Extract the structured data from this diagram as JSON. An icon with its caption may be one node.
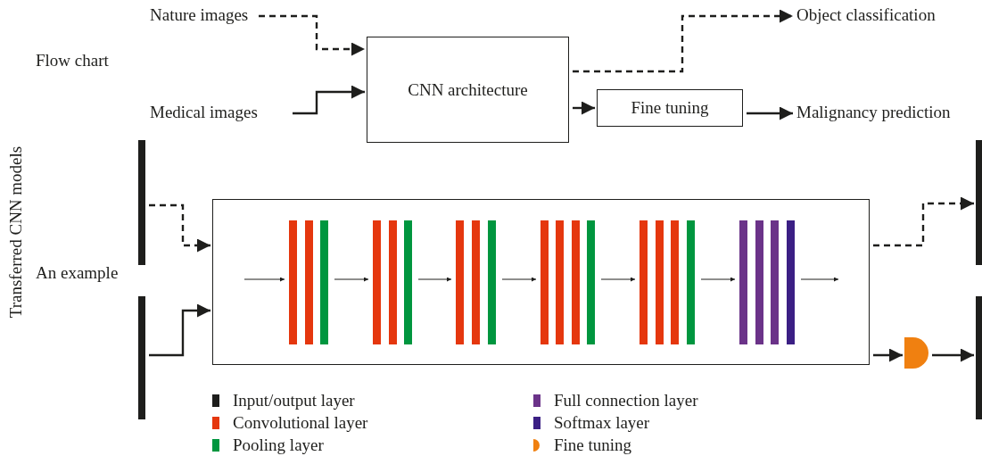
{
  "diagram": {
    "nodes": [
      {
        "text": [
          "Nature images"
        ]
      },
      {
        "text": [
          "Medical images"
        ]
      },
      {
        "text": [
          "CNN architecture"
        ]
      },
      {
        "text": [
          "Fine tuning"
        ]
      },
      {
        "text": [
          "Object classification"
        ]
      },
      {
        "text": [
          "Malignancy prediction"
        ]
      },
      {
        "text": [],
        "shape": "bar"
      },
      {
        "text": [],
        "shape": "bar"
      },
      {
        "text": [],
        "shape": "box"
      },
      {
        "text": [],
        "shape": "bar",
        "in": 8
      },
      {
        "text": [],
        "shape": "bar",
        "in": 8
      },
      {
        "text": [],
        "shape": "bar",
        "in": 8
      },
      {
        "text": [],
        "shape": "bar",
        "in": 8
      },
      {
        "text": [],
        "shape": "bar",
        "in": 8
      },
      {
        "text": [],
        "shape": "bar",
        "in": 8
      },
      {
        "text": [],
        "shape": "bar",
        "in": 8
      },
      {
        "text": [],
        "shape": "bar",
        "in": 8
      },
      {
        "text": [],
        "shape": "bar",
        "in": 8
      },
      {
        "text": [],
        "shape": "bar",
        "in": 8
      },
      {
        "text": [],
        "shape": "bar",
        "in": 8
      },
      {
        "text": [],
        "shape": "bar",
        "in": 8
      },
      {
        "text": [],
        "shape": "bar",
        "in": 8
      },
      {
        "text": [],
        "shape": "bar",
        "in": 8
      },
      {
        "text": [],
        "shape": "bar",
        "in": 8
      },
      {
        "text": [],
        "shape": "bar",
        "in": 8
      },
      {
        "text": [],
        "shape": "bar",
        "in": 8
      },
      {
        "text": [],
        "shape": "bar",
        "in": 8
      },
      {
        "text": [],
        "shape": "bar",
        "in": 8
      },
      {
        "text": [],
        "shape": "bar",
        "in": 8
      },
      {
        "text": [],
        "shape": "bar",
        "in": 8
      },
      {
        "text": [],
        "shape": "bar"
      },
      {
        "text": [],
        "shape": "semicircle"
      },
      {
        "text": [],
        "shape": "bar"
      }
    ],
    "edges": [
      {
        "from": 0,
        "to": 2,
        "arrow": "to",
        "style": "dashed"
      },
      {
        "from": 1,
        "to": 2,
        "arrow": "to"
      },
      {
        "from": 2,
        "to": 4,
        "arrow": "to",
        "style": "dashed"
      },
      {
        "from": 2,
        "to": 3,
        "arrow": "to"
      },
      {
        "from": 3,
        "to": 5,
        "arrow": "to"
      },
      {
        "from": 6,
        "to": 8,
        "arrow": "to",
        "style": "dashed"
      },
      {
        "from": 7,
        "to": 8,
        "arrow": "to"
      },
      {
        "from": null,
        "to": 9,
        "arrow": "to"
      },
      {
        "from": 11,
        "to": 12,
        "arrow": "to"
      },
      {
        "from": 14,
        "to": 15,
        "arrow": "to"
      },
      {
        "from": 17,
        "to": 18,
        "arrow": "to"
      },
      {
        "from": 21,
        "to": 22,
        "arrow": "to"
      },
      {
        "from": 25,
        "to": 26,
        "arrow": "to"
      },
      {
        "from": 29,
        "to": null,
        "arrow": "to"
      },
      {
        "from": 8,
        "to": 30,
        "arrow": "to",
        "style": "dashed"
      },
      {
        "from": 8,
        "to": 31,
        "arrow": "to"
      },
      {
        "from": 31,
        "to": 32,
        "arrow": "to"
      }
    ],
    "labels": [
      "Flow chart",
      "Transferred CNN models",
      "An example"
    ],
    "legend": [
      {
        "text": "Input/output layer",
        "color": "#1e1e1c"
      },
      {
        "text": "Convolutional layer",
        "color": "#e5370e"
      },
      {
        "text": "Pooling layer",
        "color": "#00963f"
      },
      {
        "text": "Full connection layer",
        "color": "#6b3389"
      },
      {
        "text": "Softmax layer",
        "color": "#3b1f84"
      },
      {
        "text": "Fine tuning"
      }
    ]
  }
}
